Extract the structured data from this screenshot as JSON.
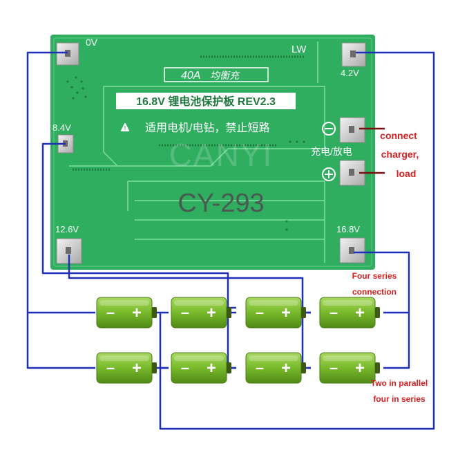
{
  "board": {
    "rating": "40A",
    "balance": "均衡充",
    "title": "16.8V 锂电池保护板 REV2.3",
    "warning": "适用电机/电钻，禁止短路",
    "watermark": "CANYI",
    "model": "CY-293",
    "lw": "LW",
    "charge_discharge": "充电/放电"
  },
  "pads": {
    "p0": "0V",
    "p42": "4.2V",
    "p84": "8.4V",
    "p126": "12.6V",
    "p168": "16.8V"
  },
  "annotations": {
    "connect_1": "connect",
    "connect_2": "charger,",
    "connect_3": "load",
    "series_1": "Four series",
    "series_2": "connection",
    "parallel_1": "Two in parallel",
    "parallel_2": "four in series"
  },
  "battery_symbols": {
    "negative": "–",
    "positive": "+"
  },
  "colors": {
    "pcb": "#2fae60",
    "pcb_dark": "#1f8a48",
    "silk": "#ffffff",
    "wire": "#1f2fb8",
    "callout": "#d42020",
    "battery_green": "#77b82a",
    "battery_cap": "#3d5a12"
  }
}
